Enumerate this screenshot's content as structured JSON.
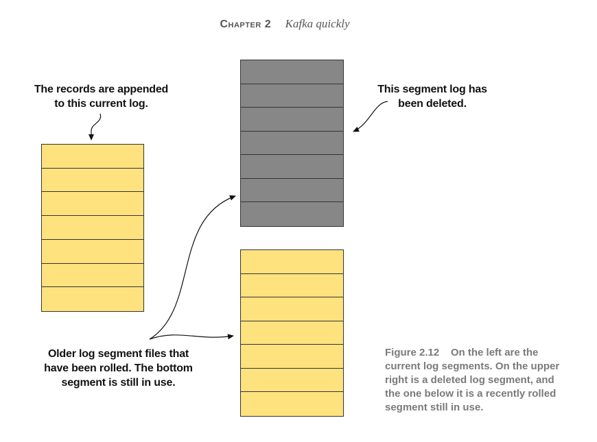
{
  "header": {
    "chapter": "Chapter 2",
    "title": "Kafka quickly"
  },
  "labels": {
    "appended": [
      "The records are appended",
      "to this current log."
    ],
    "deleted": [
      "This segment log has",
      "been deleted."
    ],
    "older": [
      "Older log segment files that",
      "have been rolled. The bottom",
      "segment is still in use."
    ]
  },
  "caption": {
    "figure_number": "Figure 2.12",
    "lines": [
      "On the left are the",
      "current log segments. On the upper",
      "right is a deleted log segment, and",
      "the one below it is a recently rolled",
      "segment still in use."
    ]
  },
  "segments": {
    "current_log": {
      "cells": 7,
      "color": "#fde27e"
    },
    "deleted_log": {
      "cells": 7,
      "color": "#878787"
    },
    "rolled_log": {
      "cells": 7,
      "color": "#fde27e"
    }
  }
}
